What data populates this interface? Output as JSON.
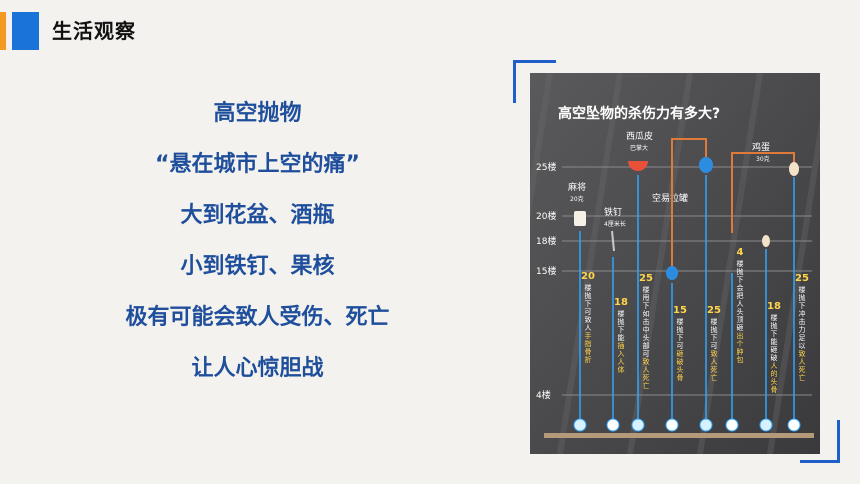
{
  "header": {
    "title": "生活观察"
  },
  "lines": [
    "高空抛物",
    "“悬在城市上空的痛”",
    "大到花盆、酒瓶",
    "小到铁钉、果核",
    "极有可能会致人受伤、死亡",
    "让人心惊胆战"
  ],
  "infographic": {
    "title": "高空坠物的杀伤力有多大?",
    "floors": [
      "25楼",
      "20楼",
      "18楼",
      "15楼",
      "4楼"
    ],
    "objects": [
      {
        "name": "麻将",
        "note": "20克"
      },
      {
        "name": "铁钉",
        "note": "4厘米长"
      },
      {
        "name": "西瓜皮",
        "note": "巴掌大"
      },
      {
        "name": "空易拉罐",
        "note": ""
      },
      {
        "name": "鸡蛋",
        "note": "30克"
      }
    ],
    "drops": [
      {
        "num": "20",
        "pre": "楼抛下",
        "post": "可致人手指骨折"
      },
      {
        "num": "18",
        "pre": "楼抛下",
        "post": "能插入人体"
      },
      {
        "num": "25",
        "pre": "楼甩下",
        "post": "如击中头部可致人死亡"
      },
      {
        "num": "15",
        "pre": "楼抛下",
        "post": "可砸破头骨"
      },
      {
        "num": "25",
        "pre": "楼抛下",
        "post": "可致人死亡"
      },
      {
        "num": "4",
        "pre": "楼抛下",
        "post": "会把人头顶砸出个肿包"
      },
      {
        "num": "18",
        "pre": "楼抛下",
        "post": "能砸破人的头骨"
      },
      {
        "num": "25",
        "pre": "楼抛下",
        "post": "冲击力足以致人死亡"
      }
    ],
    "colors": {
      "accent": "#1a73d9",
      "orange": "#f29a1f",
      "highlight": "#ffd54a",
      "line": "#e07a3a"
    }
  }
}
